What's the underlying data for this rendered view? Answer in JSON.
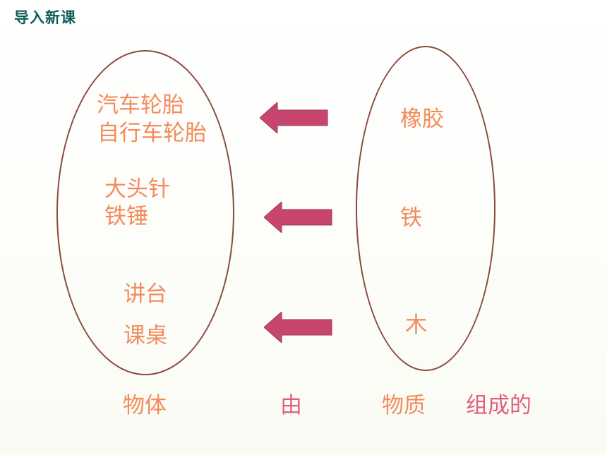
{
  "header": {
    "title": "导入新课"
  },
  "objects": {
    "tires": [
      "汽车轮胎",
      "自行车轮胎"
    ],
    "iron_items": [
      "大头针",
      "铁锤"
    ],
    "wood_items": [
      "讲台",
      "课桌"
    ]
  },
  "materials": {
    "rubber": "橡胶",
    "iron": "铁",
    "wood": "木"
  },
  "bottom": {
    "objects_label": "物体",
    "by_label": "由",
    "matter_label": "物质",
    "composed_label": "组成的"
  },
  "colors": {
    "text_accent": "#f28c5c",
    "bottom_pink": "#e0607a",
    "arrow_fill": "#c8456f",
    "ellipse_stroke": "#8a4a3c",
    "title": "#0e5b5b"
  },
  "icons": {
    "arrows": "left-arrow"
  }
}
